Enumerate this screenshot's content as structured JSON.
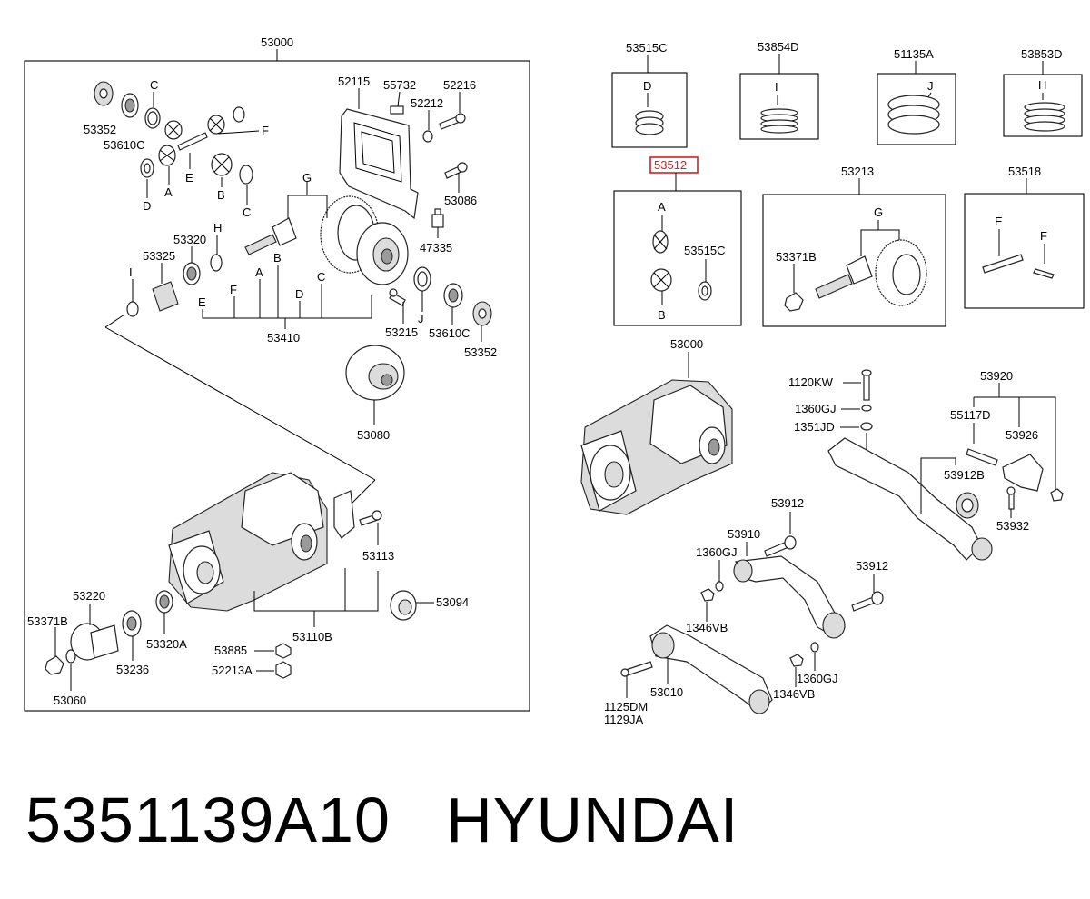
{
  "main_group": {
    "title": "53000",
    "labels": {
      "l53352a": "53352",
      "l53610Ca": "53610C",
      "lCtop": "C",
      "lF": "F",
      "lDleft": "D",
      "lAleft": "A",
      "lEleft": "E",
      "lBleft": "B",
      "lCleft": "C",
      "l52115": "52115",
      "l55732": "55732",
      "l52216": "52216",
      "l52212": "52212",
      "l53086": "53086",
      "l47335": "47335",
      "lG": "G",
      "lH": "H",
      "l53320": "53320",
      "l53325": "53325",
      "lI": "I",
      "bE": "E",
      "bF": "F",
      "bA": "A",
      "bB": "B",
      "bD": "D",
      "bC": "C",
      "l53410": "53410",
      "l53215": "53215",
      "lJ": "J",
      "l53610Cb": "53610C",
      "l53352b": "53352",
      "l53080": "53080",
      "l53113": "53113",
      "l53094": "53094",
      "l53110B": "53110B",
      "l53220": "53220",
      "l53371B": "53371B",
      "l53320A": "53320A",
      "l53236": "53236",
      "l53060": "53060",
      "l53885": "53885",
      "l52213A": "52213A"
    }
  },
  "kits": [
    {
      "number": "53515C",
      "letter": "D"
    },
    {
      "number": "53854D",
      "letter": "I"
    },
    {
      "number": "51135A",
      "letter": "J"
    },
    {
      "number": "53853D",
      "letter": "H"
    }
  ],
  "highlighted_kit": {
    "number": "53512",
    "labels": {
      "a": "A",
      "sub": "53515C",
      "b": "B"
    }
  },
  "kit_53213": {
    "number": "53213",
    "labels": {
      "g": "G",
      "bolt": "53371B"
    }
  },
  "kit_53518": {
    "number": "53518",
    "labels": {
      "e": "E",
      "f": "F"
    }
  },
  "mount": {
    "labels": {
      "housing": "53000",
      "l1120KW": "1120KW",
      "l1360GJa": "1360GJ",
      "l1351JD": "1351JD",
      "l53920": "53920",
      "l55117D": "55117D",
      "l53926": "53926",
      "l53912Ba": "53912B",
      "l53932": "53932",
      "l53912a": "53912",
      "l53910": "53910",
      "l1360GJb": "1360GJ",
      "l53912b": "53912",
      "l1346VBa": "1346VB",
      "l1360GJc": "1360GJ",
      "l53010": "53010",
      "l1346VBb": "1346VB",
      "l1125DM": "1125DM",
      "l1129JA": "1129JA"
    }
  },
  "footer": {
    "part_number": "5351139A10",
    "brand": "HYUNDAI"
  }
}
